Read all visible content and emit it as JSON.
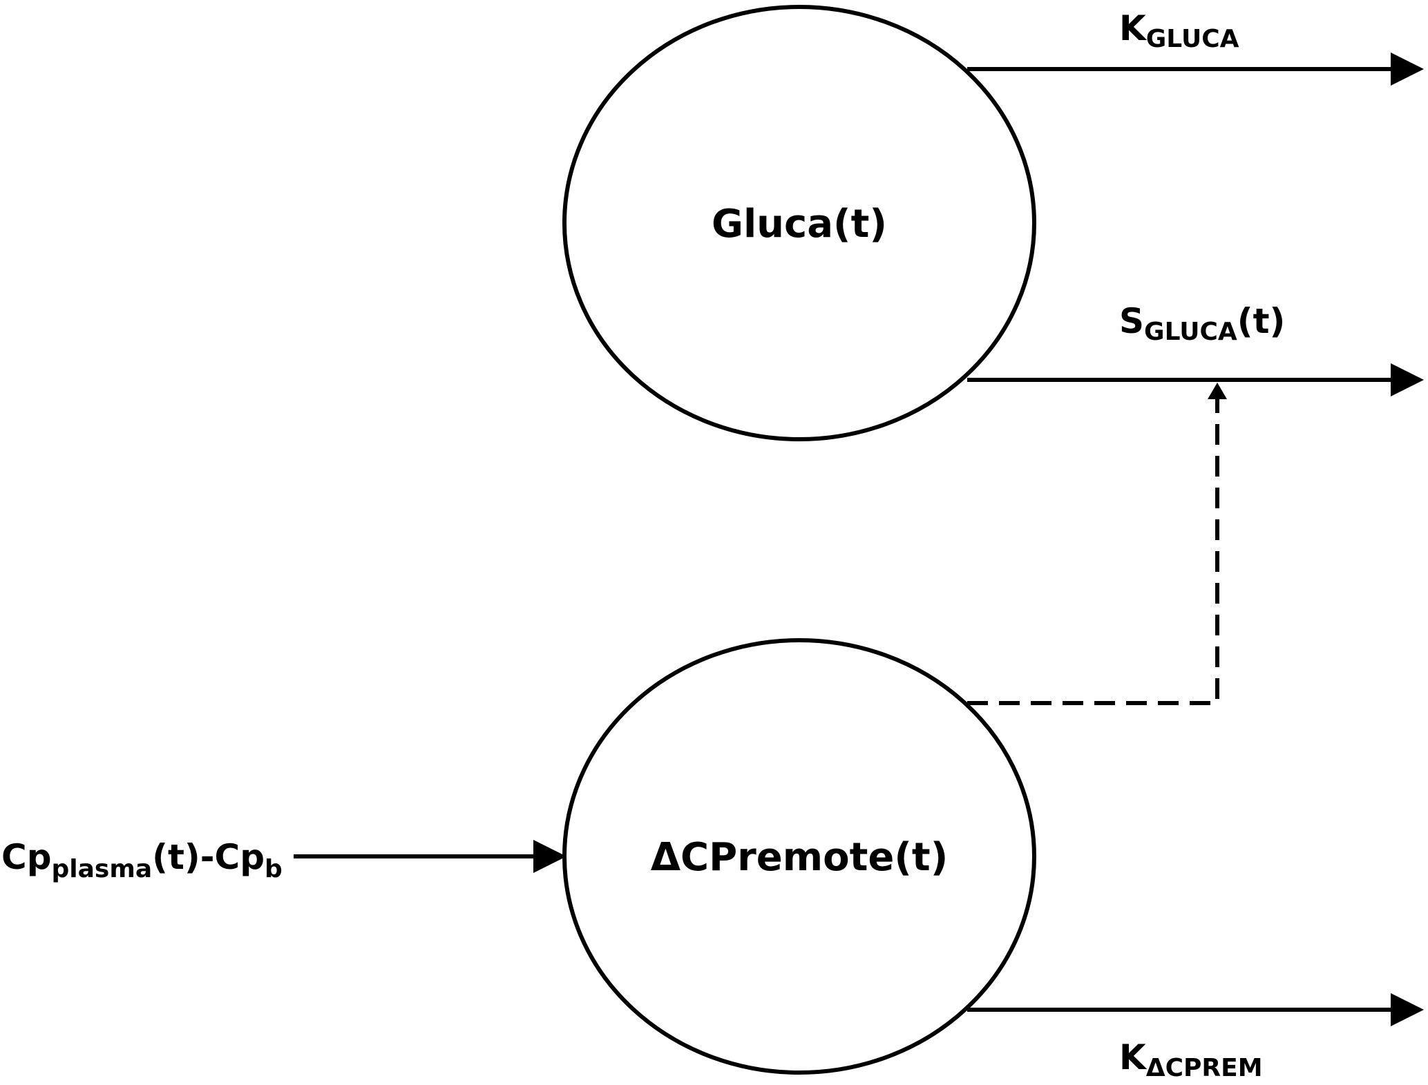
{
  "diagram": {
    "nodes": {
      "gluca": {
        "label": "Gluca(t)"
      },
      "cpremote": {
        "label": "ΔCPremote(t)"
      }
    },
    "edges": {
      "k_gluca": {
        "main": "K",
        "sub": "GLUCA"
      },
      "s_gluca": {
        "main": "S",
        "sub": "GLUCA",
        "suffix": "(t)"
      },
      "k_cprem": {
        "main": "K",
        "sub": "ΔCPREM"
      },
      "input": {
        "part1": "Cp",
        "sub1": "plasma",
        "part2": "(t)-Cp",
        "sub2": "b"
      }
    },
    "colors": {
      "stroke": "#000000",
      "background": "#ffffff"
    }
  }
}
